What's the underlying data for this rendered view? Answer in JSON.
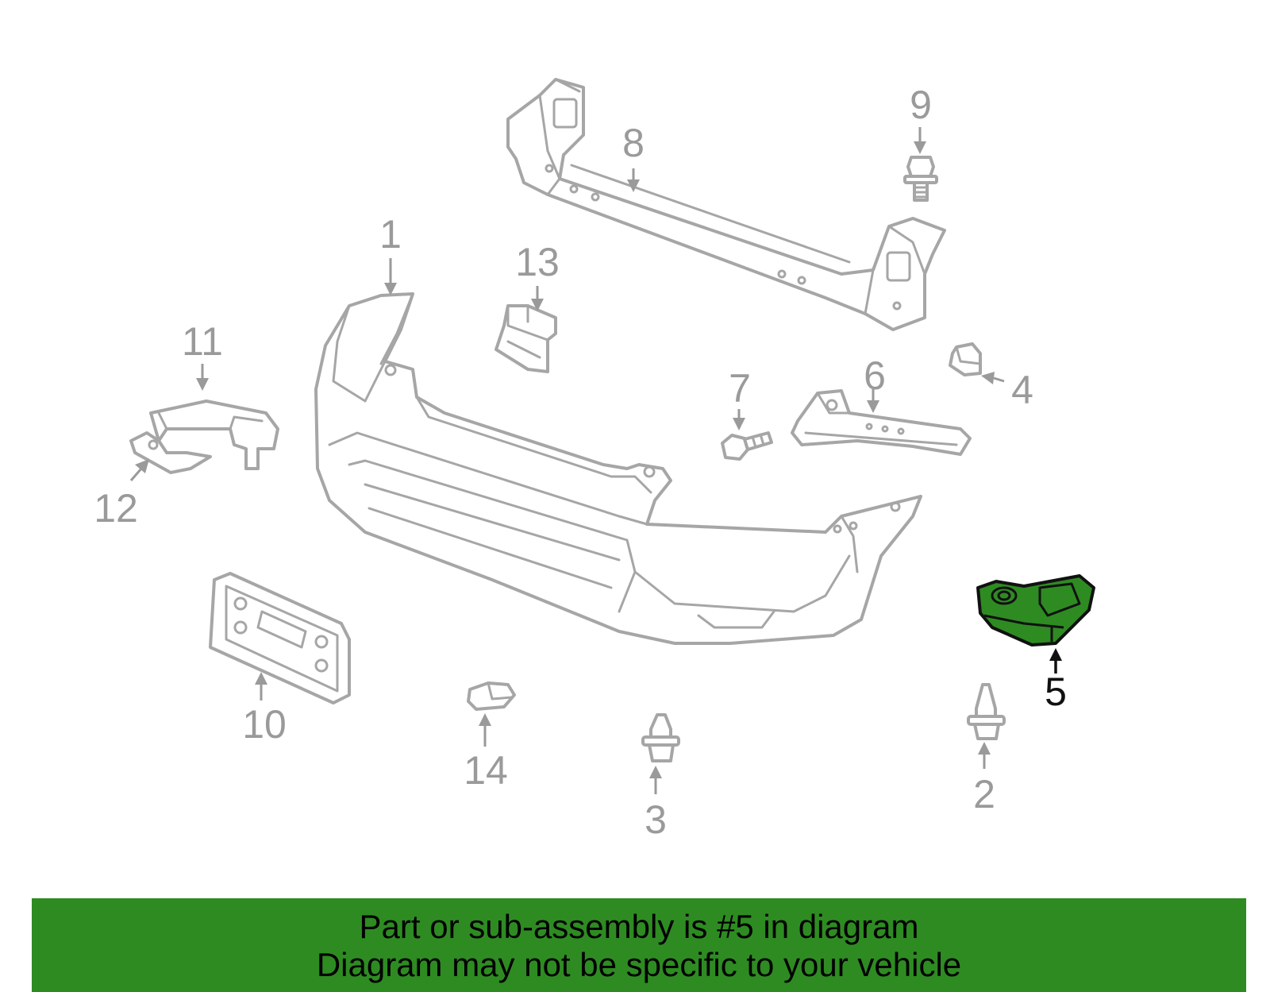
{
  "callouts": {
    "c1": "1",
    "c2": "2",
    "c3": "3",
    "c4": "4",
    "c5": "5",
    "c6": "6",
    "c7": "7",
    "c8": "8",
    "c9": "9",
    "c10": "10",
    "c11": "11",
    "c12": "12",
    "c13": "13",
    "c14": "14"
  },
  "highlighted_part": "5",
  "colors": {
    "highlight": "#2e8b22",
    "line": "#a6a6a6",
    "label": "#9a9a9a"
  },
  "banner": {
    "line1": "Part or sub-assembly is #5 in diagram",
    "line2": "Diagram may not be specific to your vehicle"
  }
}
